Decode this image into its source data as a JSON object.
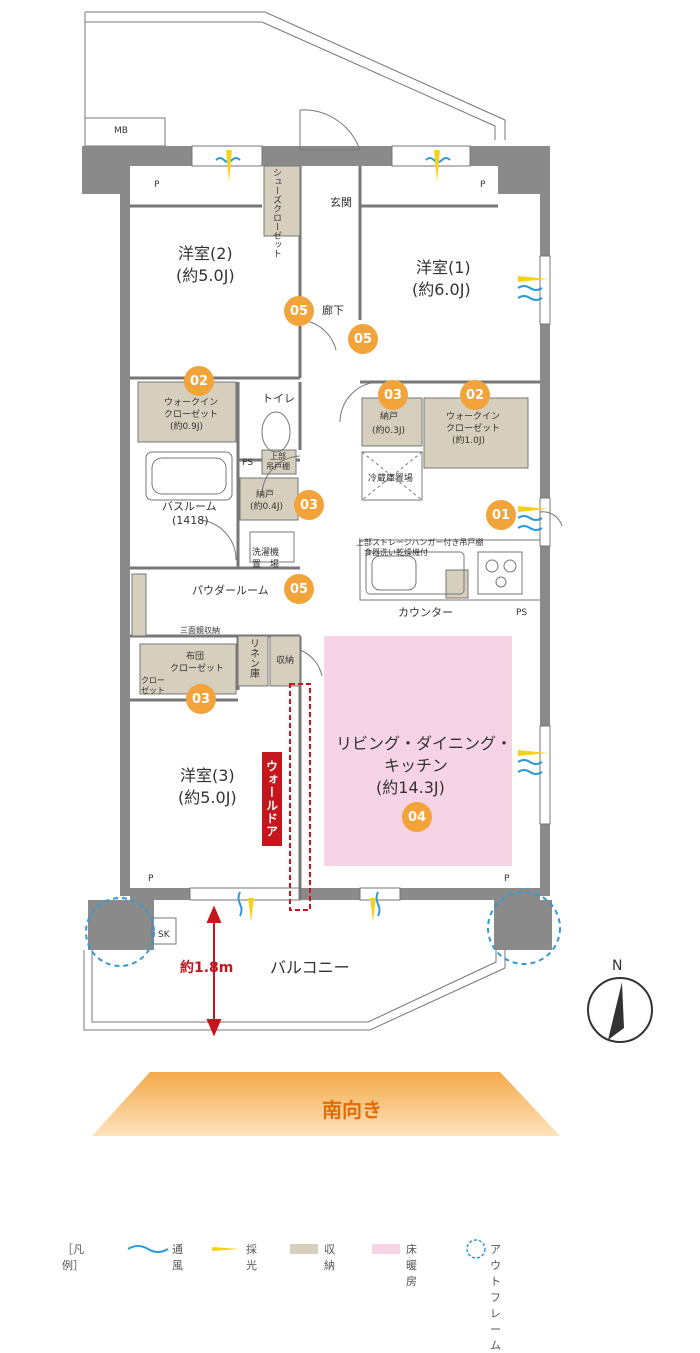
{
  "rooms": {
    "western2_name": "洋室(2)",
    "western2_size": "(約5.0J)",
    "western1_name": "洋室(1)",
    "western1_size": "(約6.0J)",
    "western3_name": "洋室(3)",
    "western3_size": "(約5.0J)",
    "living_name_1": "リビング・ダイニング・",
    "living_name_2": "キッチン",
    "living_size": "(約14.3J)"
  },
  "labels": {
    "mb": "MB",
    "p": "P",
    "shoes_closet": "シューズクローゼット",
    "entrance": "玄関",
    "hallway": "廊下",
    "toilet": "トイレ",
    "wic_left_1": "ウォークイン",
    "wic_left_2": "クローゼット",
    "wic_left_3": "(約0.9J)",
    "wic_right_1": "ウォークイン",
    "wic_right_2": "クローゼット",
    "wic_right_3": "(約1.0J)",
    "storage_right_1": "納戸",
    "storage_right_2": "(約0.3J)",
    "storage_left_1": "納戸",
    "storage_left_2": "(約0.4J)",
    "ps": "PS",
    "upper_cabinet_1": "上部",
    "upper_cabinet_2": "吊戸棚",
    "fridge": "冷蔵庫置場",
    "bathroom_1": "バスルーム",
    "bathroom_2": "(1418)",
    "washer_1": "洗濯機",
    "washer_2": "置　場",
    "powder_room": "パウダールーム",
    "mirror": "三面鏡収納",
    "kitchen_note_1": "上部ストレージハンガー付き吊戸棚",
    "kitchen_note_2": "食器洗い乾燥機付",
    "counter": "カウンター",
    "linen": "リネン庫",
    "storage": "収納",
    "futon_1": "布団",
    "futon_2": "クローゼット",
    "closet_small": "クローゼット",
    "walldoor": "ウォールドア",
    "sk": "SK",
    "balcony": "バルコニー",
    "depth": "約1.8m",
    "north": "N",
    "south": "南向き"
  },
  "badges": [
    "01",
    "02",
    "02",
    "03",
    "03",
    "03",
    "04",
    "05",
    "05",
    "05"
  ],
  "legend": {
    "title": "［凡例］",
    "ventilation": "通風",
    "daylight": "採光",
    "storage": "収納",
    "floor_heating": "床暖房",
    "outframe": "アウトフレーム"
  },
  "colors": {
    "wall": "#8a8a8a",
    "storage": "#d6cfbd",
    "floor_heating": "#f7d3e6",
    "badge": "#f2a33a",
    "ventilation": "#2f9bd6",
    "daylight": "#f5d21a",
    "walldoor": "#c4161c",
    "south_arrow": "#f5a94a"
  }
}
